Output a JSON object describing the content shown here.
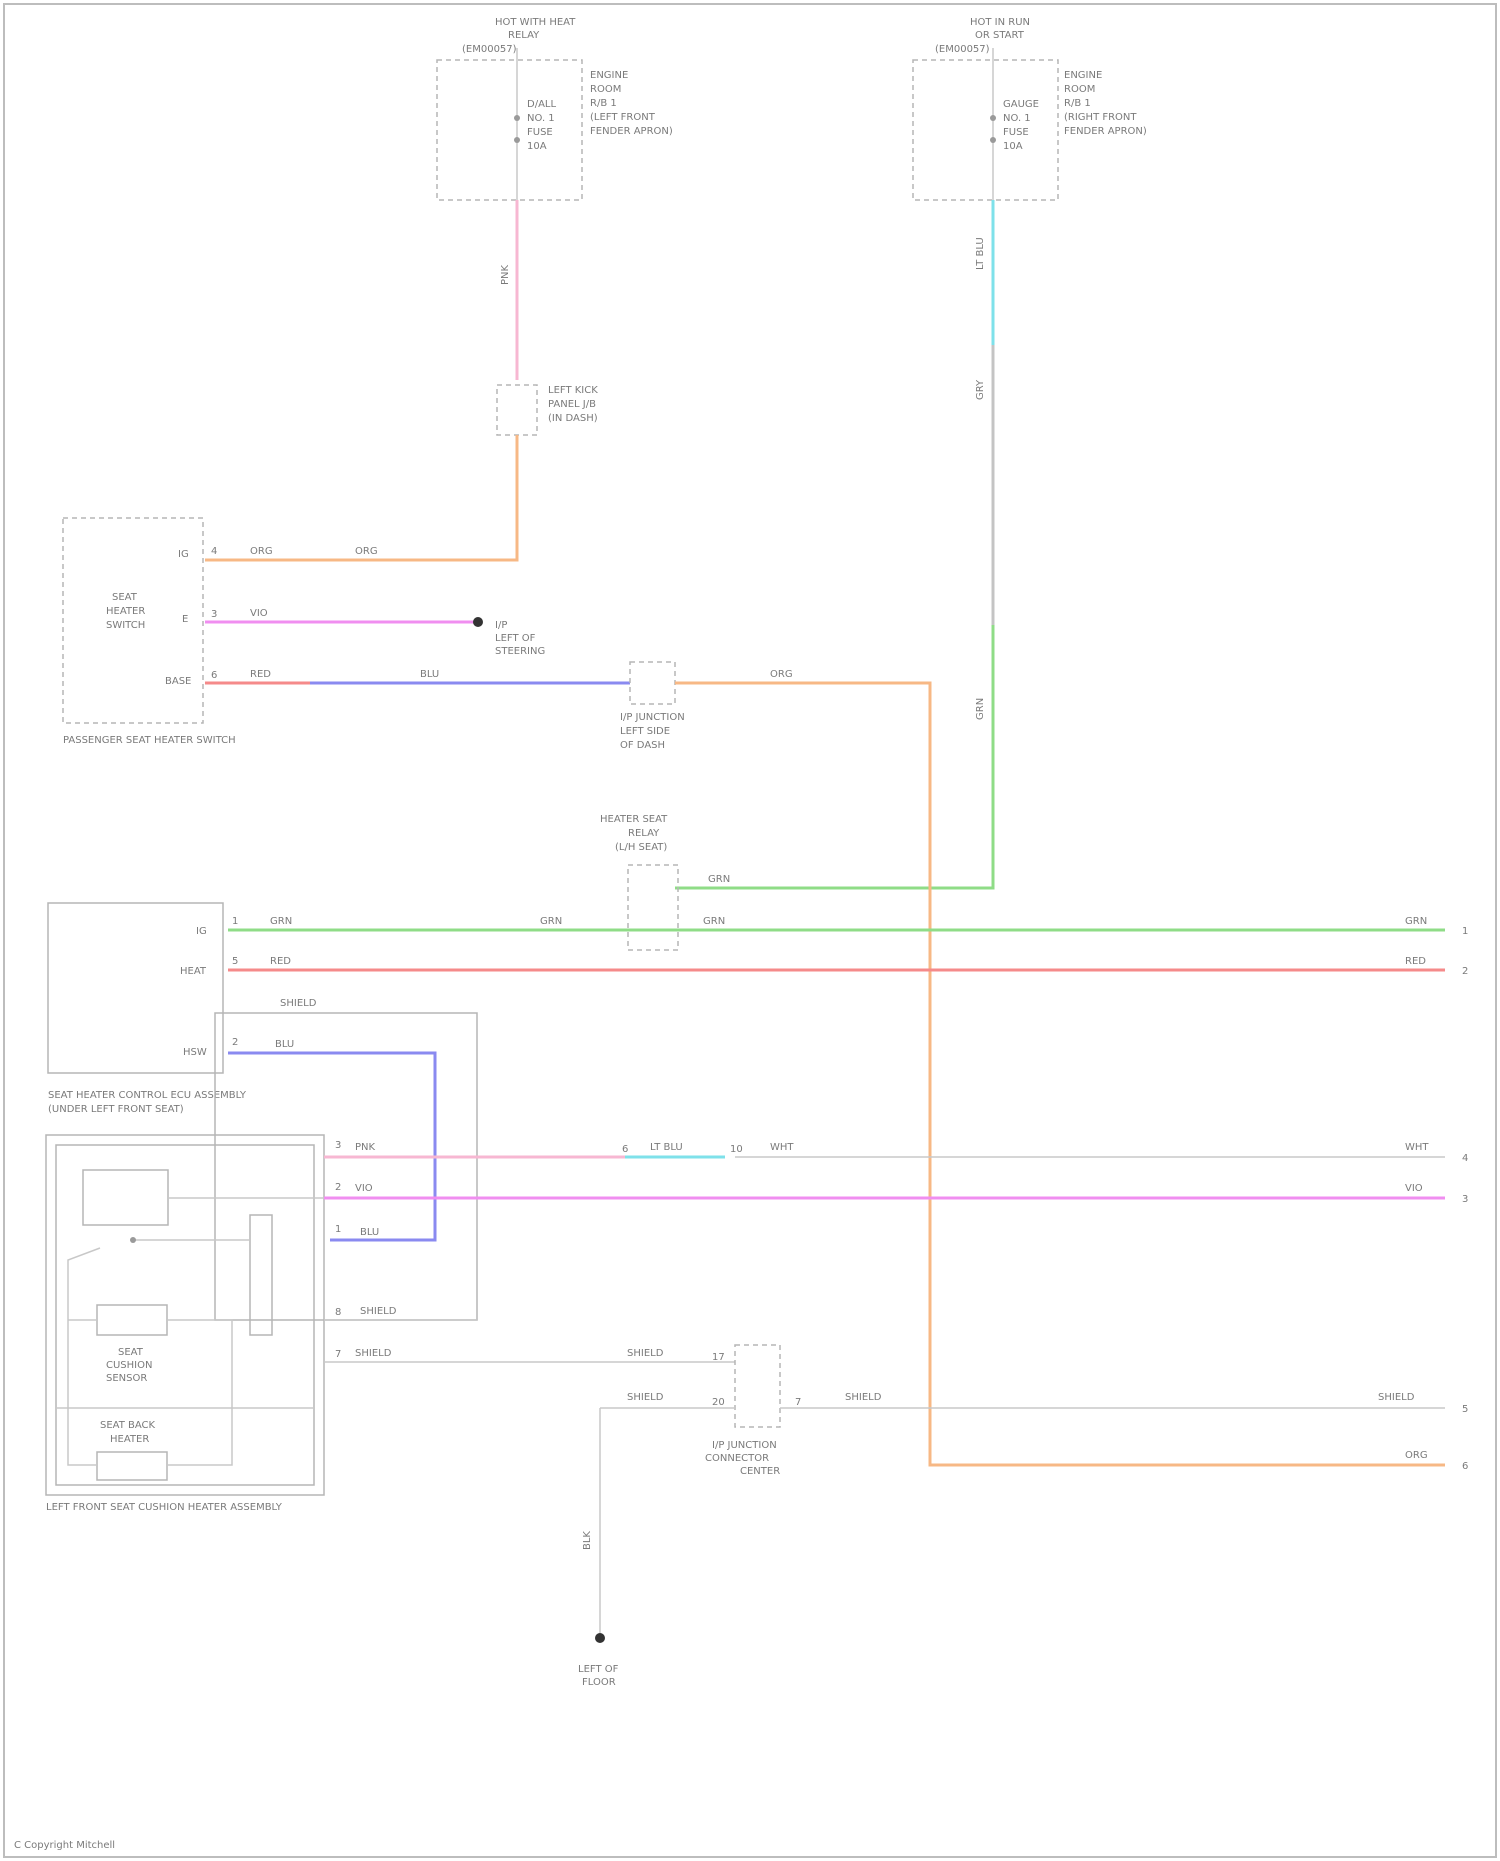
{
  "fuses": {
    "left": {
      "title_line1": "HOT WITH HEAT",
      "title_line2": "RELAY",
      "title_line3": "(EM00057)",
      "fuse_line1": "D/ALL",
      "fuse_line2": "NO. 1",
      "fuse_line3": "FUSE",
      "fuse_line4": "10A",
      "side_line1": "ENGINE",
      "side_line2": "ROOM",
      "side_line3": "R/B 1",
      "side_line4": "(LEFT FRONT",
      "side_line5": "FENDER APRON)"
    },
    "right": {
      "title_line1": "HOT IN RUN",
      "title_line2": "OR START",
      "title_line3": "(EM00057)",
      "fuse_line1": "GAUGE",
      "fuse_line2": "NO. 1",
      "fuse_line3": "FUSE",
      "fuse_line4": "10A",
      "side_line1": "ENGINE",
      "side_line2": "ROOM",
      "side_line3": "R/B 1",
      "side_line4": "(RIGHT FRONT",
      "side_line5": "FENDER APRON)"
    }
  },
  "components": {
    "seat_heater_switch": {
      "line1": "SEAT",
      "line2": "HEATER",
      "line3": "SWITCH",
      "caption": "PASSENGER SEAT HEATER SWITCH",
      "pin_ig": "IG",
      "pin_e": "E",
      "pin_base": "BASE"
    },
    "junction_block": {
      "line1": "LEFT KICK",
      "line2": "PANEL J/B",
      "line3": "(IN DASH)"
    },
    "ground_a": {
      "line1": "I/P",
      "line2": "LEFT OF",
      "line3": "STEERING"
    },
    "connector_b": {
      "line1": "I/P JUNCTION",
      "line2": "LEFT SIDE",
      "line3": "OF DASH"
    },
    "relay": {
      "line1": "HEATER SEAT",
      "line2": "RELAY",
      "line3": "(L/H SEAT)"
    },
    "control_module": {
      "caption_line1": "SEAT HEATER CONTROL ECU ASSEMBLY",
      "caption_line2": "(UNDER LEFT FRONT SEAT)",
      "pin_ig": "IG",
      "pin_e": "HEAT",
      "pin_sw": "HSW",
      "shield_label": "SHIELD"
    },
    "seat_assembly": {
      "caption": "LEFT FRONT SEAT CUSHION HEATER ASSEMBLY",
      "sensor_line1": "SEAT",
      "sensor_line2": "CUSHION",
      "sensor_line3": "SENSOR",
      "heater_line1": "SEAT BACK",
      "heater_line2": "HEATER"
    },
    "ground_connector": {
      "line1": "I/P JUNCTION",
      "line2": "CONNECTOR",
      "line3": "CENTER"
    },
    "ground_point": {
      "line1": "LEFT OF",
      "line2": "FLOOR"
    }
  },
  "wires": {
    "pnk": "PNK",
    "org": "ORG",
    "vio": "VIO",
    "red": "RED",
    "blu": "BLU",
    "grn": "GRN",
    "ltblu": "LT BLU",
    "wht": "WHT",
    "gry": "GRY",
    "shield": "SHIELD",
    "blk": "BLK"
  },
  "pins": {
    "p1": "1",
    "p2": "2",
    "p3": "3",
    "p4": "4",
    "p5": "5",
    "p6": "6",
    "p7": "7",
    "p8": "8",
    "p10": "10",
    "p17": "17",
    "p20": "20"
  },
  "footer": "C Copyright Mitchell"
}
